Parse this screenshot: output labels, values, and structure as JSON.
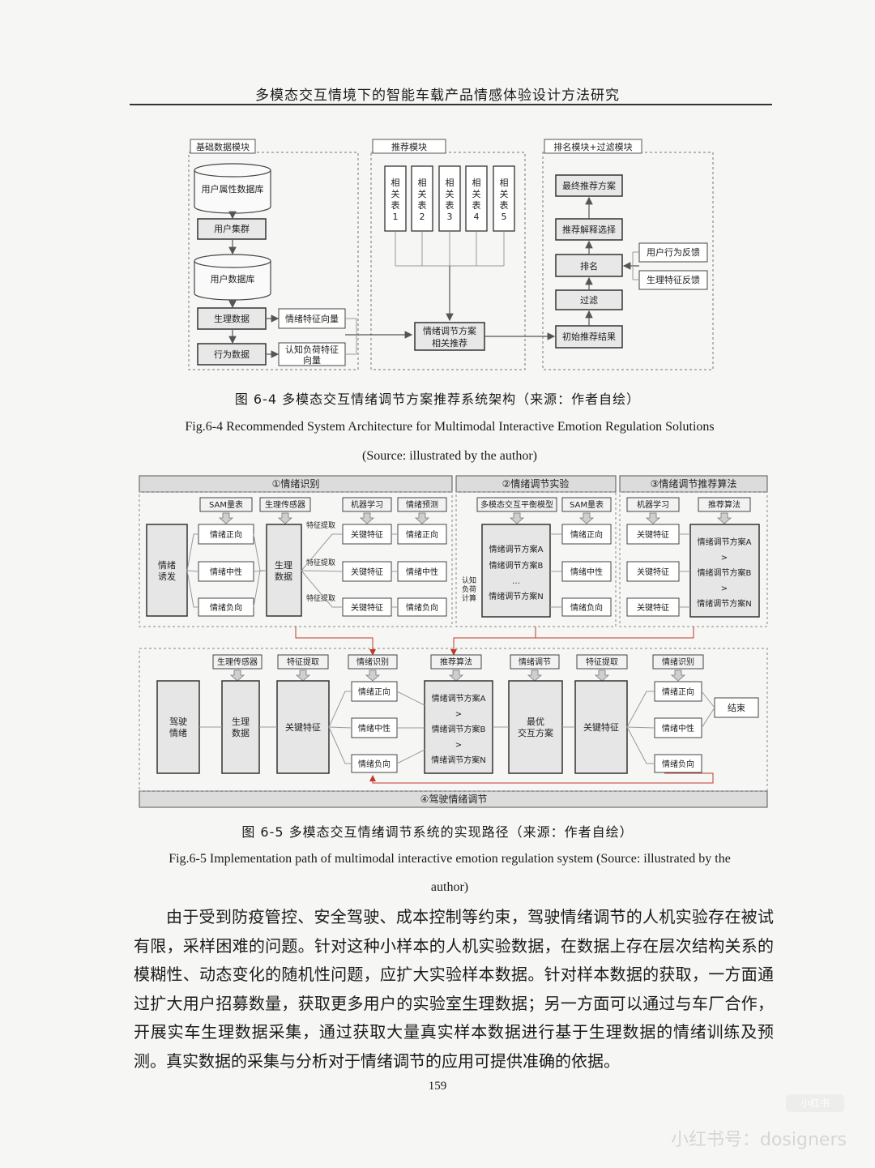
{
  "header": {
    "title": "多模态交互情境下的智能车载产品情感体验设计方法研究"
  },
  "fig64": {
    "modules": {
      "base": "基础数据模块",
      "recommend": "推荐模块",
      "rank": "排名模块+过滤模块"
    },
    "base": {
      "user_attr_db": "用户属性数据库",
      "user_cluster": "用户集群",
      "user_db": "用户数据库",
      "physio": "生理数据",
      "behavior": "行为数据",
      "emotion_vec": "情绪特征向量",
      "cog_vec_1": "认知负荷特征",
      "cog_vec_2": "向量"
    },
    "tables": [
      {
        "c1": "相",
        "c2": "关",
        "c3": "表",
        "c4": "1"
      },
      {
        "c1": "相",
        "c2": "关",
        "c3": "表",
        "c4": "2"
      },
      {
        "c1": "相",
        "c2": "关",
        "c3": "表",
        "c4": "3"
      },
      {
        "c1": "相",
        "c2": "关",
        "c3": "表",
        "c4": "4"
      },
      {
        "c1": "相",
        "c2": "关",
        "c3": "表",
        "c4": "5"
      }
    ],
    "rec_box_1": "情绪调节方案",
    "rec_box_2": "相关推荐",
    "rank": {
      "final": "最终推荐方案",
      "explain": "推荐解释选择",
      "rank": "排名",
      "filter": "过滤",
      "initial": "初始推荐结果",
      "behavior_fb": "用户行为反馈",
      "physio_fb": "生理特征反馈"
    },
    "caption_zh": "图 6-4  多模态交互情绪调节方案推荐系统架构（来源：作者自绘）",
    "caption_en_1": "Fig.6-4 Recommended System Architecture for Multimodal Interactive Emotion Regulation Solutions",
    "caption_en_2": "(Source: illustrated by the author)"
  },
  "fig65": {
    "sections": {
      "s1": "①情绪识别",
      "s2": "②情绪调节实验",
      "s3": "③情绪调节推荐算法",
      "s4": "④驾驶情绪调节"
    },
    "top": {
      "sam": "SAM量表",
      "sensor": "生理传感器",
      "ml": "机器学习",
      "predict": "情绪预测",
      "trigger_1": "情绪",
      "trigger_2": "诱发",
      "pos": "情绪正向",
      "neu": "情绪中性",
      "neg": "情绪负向",
      "physio_1": "生理",
      "physio_2": "数据",
      "feat_extract": "特征提取",
      "key_feat": "关键特征",
      "balance_model": "多模态交互平衡模型",
      "planA": "情绪调节方案A",
      "planB": "情绪调节方案B",
      "ellipsis": "…",
      "planN": "情绪调节方案N",
      "cog_1": "认知",
      "cog_2": "负荷",
      "cog_3": "计算",
      "rec_algo": "推荐算法",
      "gt": ">"
    },
    "bottom": {
      "sensor": "生理传感器",
      "extract": "特征提取",
      "recog": "情绪识别",
      "rec_algo": "推荐算法",
      "regulate": "情绪调节",
      "drive_1": "驾驶",
      "drive_2": "情绪",
      "physio_1": "生理",
      "physio_2": "数据",
      "key_feat": "关键特征",
      "best_1": "最优",
      "best_2": "交互方案",
      "end": "结束"
    },
    "caption_zh": "图 6-5  多模态交互情绪调节系统的实现路径（来源：作者自绘）",
    "caption_en_1": "Fig.6-5 Implementation path of multimodal interactive emotion regulation system (Source: illustrated by the",
    "caption_en_2": "author)"
  },
  "body": {
    "paragraph": "由于受到防疫管控、安全驾驶、成本控制等约束，驾驶情绪调节的人机实验存在被试有限，采样困难的问题。针对这种小样本的人机实验数据，在数据上存在层次结构关系的模糊性、动态变化的随机性问题，应扩大实验样本数据。针对样本数据的获取，一方面通过扩大用户招募数量，获取更多用户的实验室生理数据；另一方面可以通过与车厂合作，开展实车生理数据采集，通过获取大量真实样本数据进行基于生理数据的情绪训练及预测。真实数据的采集与分析对于情绪调节的应用可提供准确的依据。"
  },
  "page_number": "159",
  "watermark": {
    "tag": "小红书",
    "text": "小红书号：dosigners"
  }
}
